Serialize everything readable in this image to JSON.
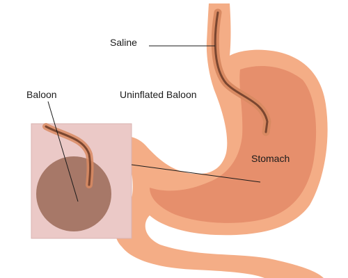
{
  "labels": {
    "saline": "Saline",
    "baloon": "Baloon",
    "uninflated_baloon": "Uninflated Baloon",
    "stomach": "Stomach"
  },
  "colors": {
    "stomach_outer": "#f4ad86",
    "stomach_inner": "#e68f6c",
    "tube": "#7a4630",
    "tube_glow": "#d98a62",
    "inset_bg": "#ebc9c7",
    "inset_border": "#d8b3b1",
    "balloon": "#a77868",
    "leader_line": "#1a1a1a"
  }
}
